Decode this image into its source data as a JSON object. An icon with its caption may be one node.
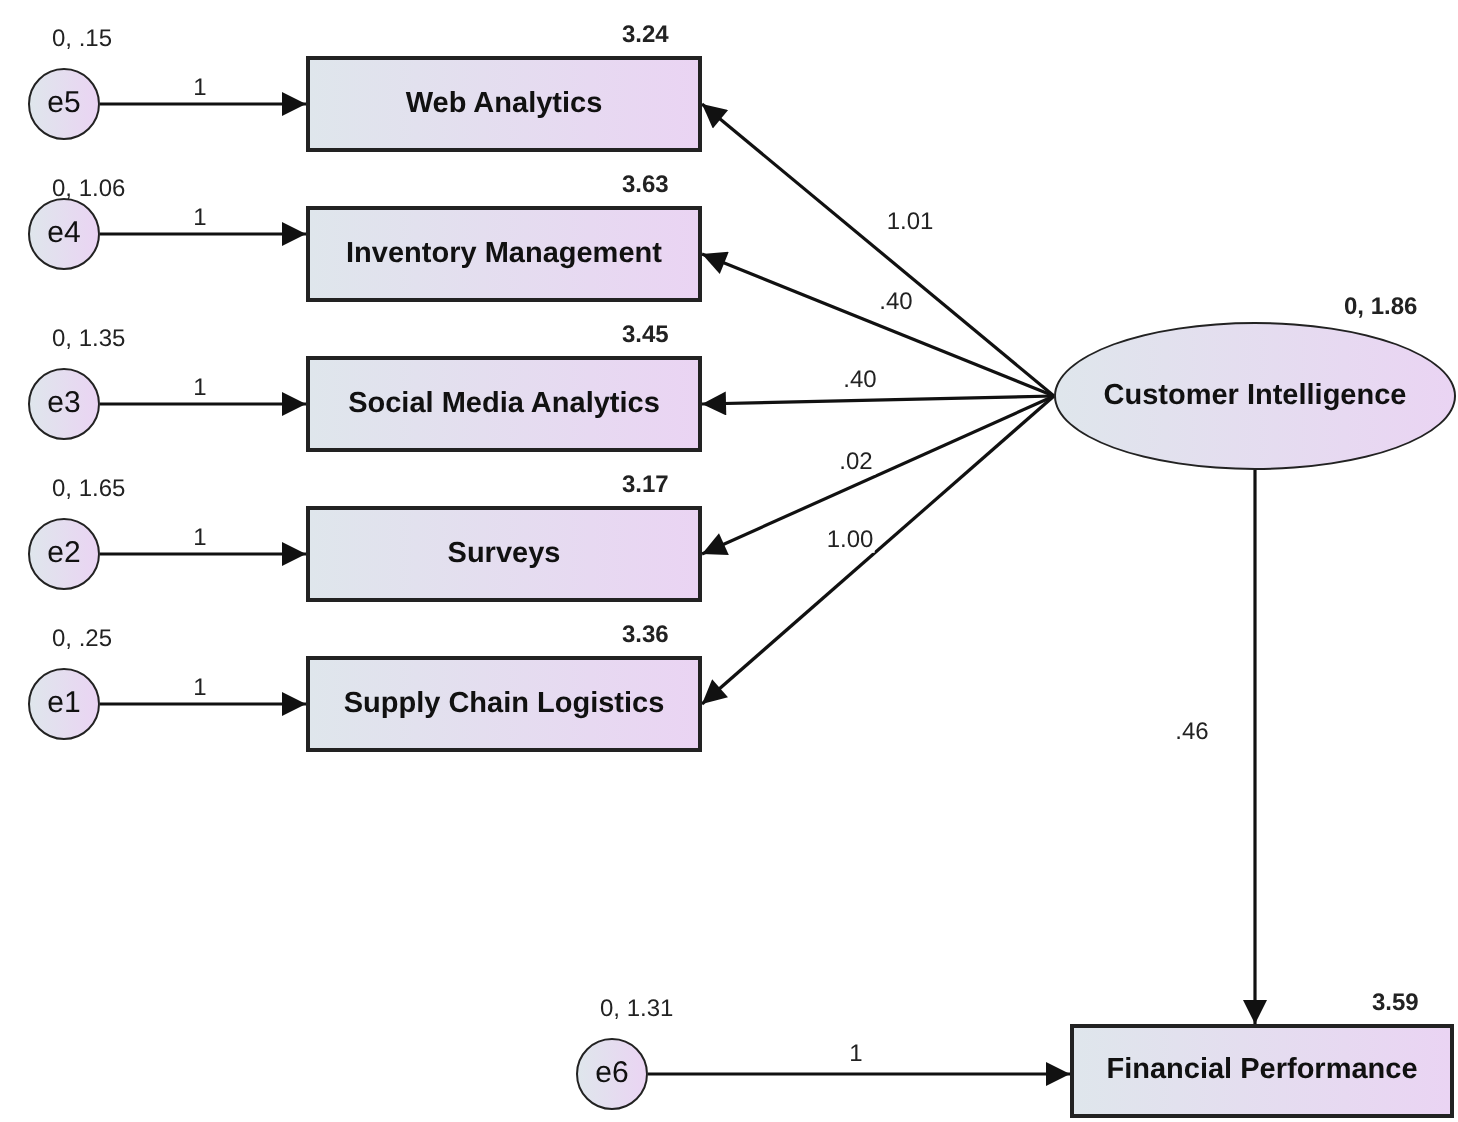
{
  "diagram": {
    "nodes": [
      {
        "text": [
          "e5"
        ],
        "beside": [
          "0, .15"
        ]
      },
      {
        "text": [
          "Web Analytics"
        ],
        "beside": [
          "3.24"
        ]
      },
      {
        "text": [
          "e4"
        ],
        "beside": [
          "0, 1.06"
        ]
      },
      {
        "text": [
          "Inventory Management"
        ],
        "beside": [
          "3.63"
        ]
      },
      {
        "text": [
          "e3"
        ],
        "beside": [
          "0, 1.35"
        ]
      },
      {
        "text": [
          "Social Media Analytics"
        ],
        "beside": [
          "3.45"
        ]
      },
      {
        "text": [
          "e2"
        ],
        "beside": [
          "0, 1.65"
        ]
      },
      {
        "text": [
          "Surveys"
        ],
        "beside": [
          "3.17"
        ]
      },
      {
        "text": [
          "e1"
        ],
        "beside": [
          "0, .25"
        ]
      },
      {
        "text": [
          "Supply Chain Logistics"
        ],
        "beside": [
          "3.36"
        ]
      },
      {
        "text": [
          "Customer Intelligence"
        ],
        "beside": [
          "0, 1.86"
        ]
      },
      {
        "text": [
          "e6"
        ],
        "beside": [
          "0, 1.31"
        ]
      },
      {
        "text": [
          "Financial Performance"
        ],
        "beside": [
          "3.59"
        ]
      }
    ],
    "edges": [
      {
        "from": 0,
        "to": 1,
        "arrow": "to",
        "label": "1"
      },
      {
        "from": 2,
        "to": 3,
        "arrow": "to",
        "label": "1"
      },
      {
        "from": 4,
        "to": 5,
        "arrow": "to",
        "label": "1"
      },
      {
        "from": 6,
        "to": 7,
        "arrow": "to",
        "label": "1"
      },
      {
        "from": 8,
        "to": 9,
        "arrow": "to",
        "label": "1"
      },
      {
        "from": 10,
        "to": 1,
        "arrow": "to",
        "label": "1.01"
      },
      {
        "from": 10,
        "to": 3,
        "arrow": "to",
        "label": ".40"
      },
      {
        "from": 10,
        "to": 5,
        "arrow": "to",
        "label": ".40"
      },
      {
        "from": 10,
        "to": 7,
        "arrow": "to",
        "label": ".02"
      },
      {
        "from": 10,
        "to": 9,
        "arrow": "to",
        "label": "1.00"
      },
      {
        "from": 10,
        "to": 12,
        "arrow": "to",
        "label": ".46"
      },
      {
        "from": 11,
        "to": 12,
        "arrow": "to",
        "label": "1"
      }
    ]
  }
}
